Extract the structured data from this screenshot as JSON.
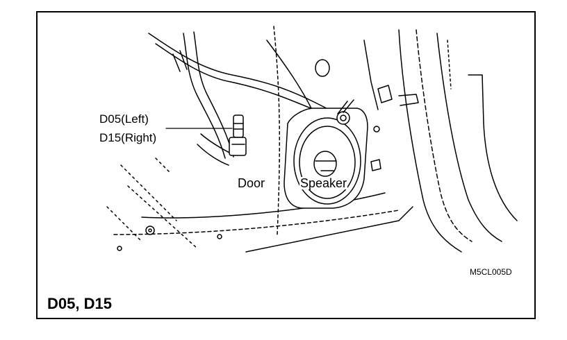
{
  "labels": {
    "connector_left": "D05(Left)",
    "connector_right": "D15(Right)",
    "door": "Door",
    "speaker": "Speaker",
    "figure_code": "M5CL005D"
  },
  "title": "D05, D15"
}
